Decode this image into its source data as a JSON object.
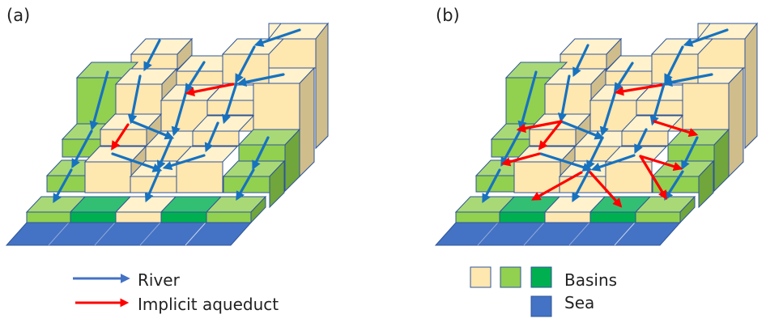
{
  "panels": [
    {
      "id": "a",
      "label": "(a)",
      "rivers": [
        [
          [
            370,
            37
          ],
          [
            317,
            55
          ]
        ],
        [
          [
            314,
            58
          ],
          [
            292,
            100
          ]
        ],
        [
          [
            350,
            92
          ],
          [
            296,
            103
          ]
        ],
        [
          [
            292,
            103
          ],
          [
            277,
            150
          ]
        ],
        [
          [
            197,
            50
          ],
          [
            179,
            85
          ]
        ],
        [
          [
            252,
            77
          ],
          [
            230,
            112
          ]
        ],
        [
          [
            173,
            94
          ],
          [
            162,
            150
          ]
        ],
        [
          [
            163,
            150
          ],
          [
            212,
            170
          ]
        ],
        [
          [
            230,
            113
          ],
          [
            215,
            165
          ]
        ],
        [
          [
            212,
            170
          ],
          [
            196,
            207
          ]
        ],
        [
          [
            269,
            152
          ],
          [
            255,
            185
          ]
        ],
        [
          [
            252,
            192
          ],
          [
            204,
            207
          ]
        ],
        [
          [
            139,
            190
          ],
          [
            197,
            210
          ]
        ],
        [
          [
            197,
            210
          ],
          [
            181,
            247
          ]
        ],
        [
          [
            133,
            89
          ],
          [
            114,
            158
          ]
        ],
        [
          [
            113,
            162
          ],
          [
            90,
            205
          ]
        ],
        [
          [
            88,
            210
          ],
          [
            67,
            248
          ]
        ],
        [
          [
            331,
            170
          ],
          [
            313,
            207
          ]
        ],
        [
          [
            313,
            210
          ],
          [
            293,
            245
          ]
        ]
      ],
      "aqueducts": [
        [
          [
            288,
            104
          ],
          [
            232,
            115
          ]
        ],
        [
          [
            158,
            154
          ],
          [
            139,
            183
          ]
        ]
      ]
    },
    {
      "id": "b",
      "label": "(b)",
      "rivers": [
        [
          [
            898,
            37
          ],
          [
            847,
            55
          ]
        ],
        [
          [
            843,
            58
          ],
          [
            822,
            100
          ]
        ],
        [
          [
            879,
            92
          ],
          [
            822,
            103
          ]
        ],
        [
          [
            820,
            104
          ],
          [
            806,
            152
          ]
        ],
        [
          [
            726,
            56
          ],
          [
            709,
            92
          ]
        ],
        [
          [
            781,
            78
          ],
          [
            760,
            111
          ]
        ],
        [
          [
            703,
            94
          ],
          [
            693,
            148
          ]
        ],
        [
          [
            693,
            150
          ],
          [
            743,
            170
          ]
        ],
        [
          [
            760,
            113
          ],
          [
            744,
            165
          ]
        ],
        [
          [
            744,
            170
          ],
          [
            726,
            207
          ]
        ],
        [
          [
            798,
            160
          ],
          [
            785,
            187
          ]
        ],
        [
          [
            783,
            192
          ],
          [
            733,
            209
          ]
        ],
        [
          [
            668,
            190
          ],
          [
            728,
            209
          ]
        ],
        [
          [
            728,
            209
          ],
          [
            708,
            247
          ]
        ],
        [
          [
            662,
            89
          ],
          [
            643,
            158
          ]
        ],
        [
          [
            642,
            162
          ],
          [
            620,
            203
          ]
        ],
        [
          [
            617,
            210
          ],
          [
            597,
            248
          ]
        ],
        [
          [
            861,
            170
          ],
          [
            843,
            207
          ]
        ],
        [
          [
            843,
            212
          ],
          [
            822,
            245
          ]
        ]
      ],
      "aqueducts": [
        [
          [
            817,
            105
          ],
          [
            762,
            114
          ]
        ],
        [
          [
            693,
            150
          ],
          [
            641,
            160
          ]
        ],
        [
          [
            693,
            150
          ],
          [
            667,
            183
          ]
        ],
        [
          [
            666,
            190
          ],
          [
            622,
            202
          ]
        ],
        [
          [
            808,
            150
          ],
          [
            859,
            166
          ]
        ],
        [
          [
            791,
            193
          ],
          [
            840,
            208
          ]
        ],
        [
          [
            791,
            193
          ],
          [
            822,
            244
          ]
        ],
        [
          [
            718,
            213
          ],
          [
            659,
            246
          ]
        ],
        [
          [
            729,
            213
          ],
          [
            766,
            254
          ]
        ]
      ]
    }
  ],
  "legend": {
    "river_label": "River",
    "aqueduct_label": "Implicit aqueduct",
    "basins_label": "Basins",
    "sea_label": "Sea"
  },
  "colors": {
    "cream_top": "#fff2cc",
    "cream_front": "#ffe7b0",
    "cream_side": "#d0bd8c",
    "light_green_top": "#a9d977",
    "light_green_front": "#92d050",
    "light_green_side": "#70a63c",
    "dark_green_top": "#33bf73",
    "dark_green_front": "#00b050",
    "sea": "#4472c4",
    "outline": "#2f5597",
    "river": "#1772c0",
    "aqueduct": "#ff0000"
  }
}
